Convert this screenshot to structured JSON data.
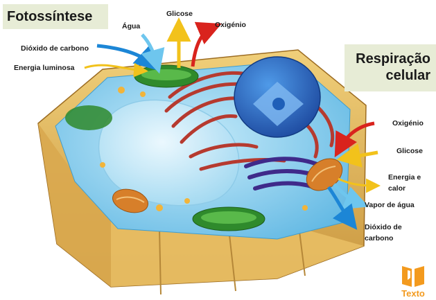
{
  "titles": {
    "photosynthesis": "Fotossíntese",
    "respiration_line1": "Respiração",
    "respiration_line2": "celular"
  },
  "photosynthesis_labels": {
    "carbon_dioxide": "Dióxido de carbono",
    "light_energy": "Energia luminosa",
    "water": "Água",
    "glucose": "Glicose",
    "oxygen": "Oxigénio"
  },
  "respiration_labels": {
    "oxygen": "Oxigénio",
    "glucose": "Glicose",
    "energy_heat_line1": "Energia e",
    "energy_heat_line2": "calor",
    "water_vapor": "Vapor de água",
    "carbon_dioxide_line1": "Dióxido de",
    "carbon_dioxide_line2": "carbono"
  },
  "logo": {
    "text": "Texto",
    "color": "#f39a1e"
  },
  "colors": {
    "title_bg": "#e7ecd6",
    "arrow_blue": "#1c86d6",
    "arrow_light_blue": "#6ec6ee",
    "arrow_yellow": "#f2c21b",
    "arrow_red": "#d9231d",
    "chloroplast": "#2f8a2c",
    "mitochondria": "#d77f2a",
    "nucleus": "#1f5fb8",
    "reticulum": "#b63a2f",
    "golgi": "#3f2a8a",
    "cell_wall": "#e2b65a",
    "cytoplasm": "#8cd0ee"
  }
}
